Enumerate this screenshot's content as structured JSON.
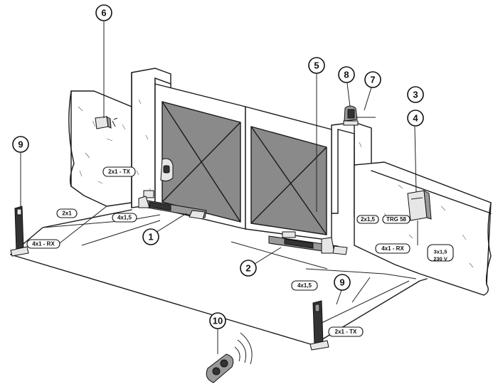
{
  "callouts": {
    "c1": "1",
    "c2": "2",
    "c3": "3",
    "c4": "4",
    "c5": "5",
    "c6": "6",
    "c7": "7",
    "c8": "8",
    "c9a": "9",
    "c9b": "9",
    "c10": "10"
  },
  "cable_tags": {
    "tx_top": "2x1 - TX",
    "left_2x1": "2x1",
    "motor1_feed": "4x1,5",
    "rx_left": "4x1 - RX",
    "post_2x15": "2x1,5",
    "trg": "TRG 58",
    "rx_right": "4x1 - RX",
    "power_line1": "3x1,5",
    "power_line2": "230 V",
    "motor2_feed": "4x1,5",
    "tx_bottom": "2x1 - TX"
  },
  "colors": {
    "line": "#1a1a1a",
    "mesh": "#8a8a8a",
    "paper": "#ffffff"
  }
}
